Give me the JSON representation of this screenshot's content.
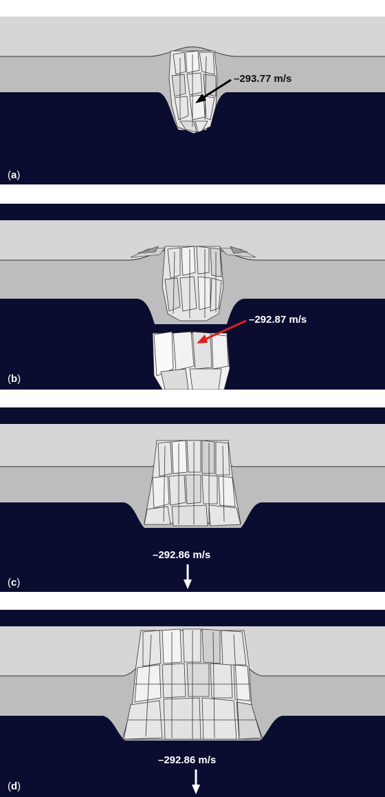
{
  "colors": {
    "background": "#0a0c30",
    "upper_plate": "#d6d6d6",
    "lower_plate": "#bdbdbd",
    "fragment": "#e8e8e8",
    "arrow_black": "#000000",
    "arrow_red": "#e0201e",
    "arrow_white": "#ffffff",
    "label_dark": "#111111",
    "label_light": "#ffffff"
  },
  "panels": [
    {
      "id": "a",
      "label_open": "(",
      "label_letter": "a",
      "label_close": ")",
      "velocity": "–293.77 m/s",
      "arrow_color": "black"
    },
    {
      "id": "b",
      "label_open": "(",
      "label_letter": "b",
      "label_close": ")",
      "velocity": "–292.87 m/s",
      "arrow_color": "red"
    },
    {
      "id": "c",
      "label_open": "(",
      "label_letter": "c",
      "label_close": ")",
      "velocity": "–292.86 m/s",
      "arrow_color": "white"
    },
    {
      "id": "d",
      "label_open": "(",
      "label_letter": "d",
      "label_close": ")",
      "velocity": "–292.86 m/s",
      "arrow_color": "white"
    }
  ]
}
